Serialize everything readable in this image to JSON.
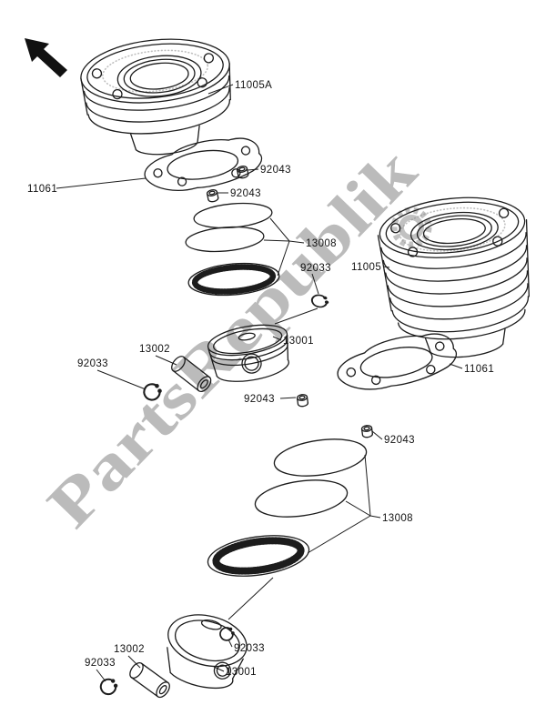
{
  "watermark": {
    "text": "PartsRepublik",
    "color": "#8f8f8f"
  },
  "icons": {
    "direction_arrow": "up-left-arrow-icon",
    "watermark_gear": "gear-icon"
  },
  "colors": {
    "lineart": "#1c1c1c",
    "background": "#ffffff"
  },
  "labels": {
    "cylinder_top": "11005A",
    "gasket_top": "11061",
    "dowel_top_a": "92043",
    "dowel_top_b": "92043",
    "rings_top": "13008",
    "clip_top": "92033",
    "piston_top": "13001",
    "pin_top": "13002",
    "clip_left": "92033",
    "cylinder_right": "11005",
    "gasket_right": "11061",
    "dowel_mid_a": "92043",
    "dowel_mid_b": "92043",
    "rings_bottom": "13008",
    "clip_bottom_mid": "92033",
    "pin_bottom": "13002",
    "clip_bottom_left": "92033",
    "piston_bottom": "13001"
  }
}
